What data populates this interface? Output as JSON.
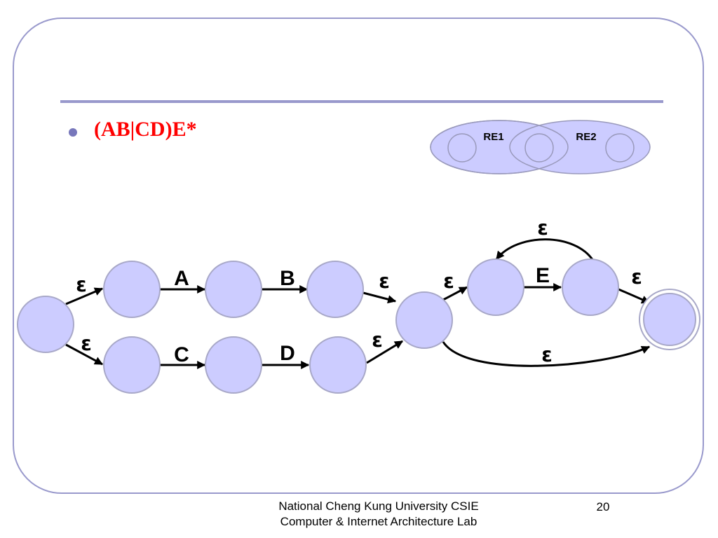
{
  "slide": {
    "title": "(AB|CD)E*",
    "footer_line1": "National Cheng Kung University CSIE",
    "footer_line2": "Computer & Internet Architecture Lab",
    "page_number": "20"
  },
  "legend": {
    "re1_label": "RE1",
    "re2_label": "RE2"
  },
  "diagram": {
    "edge_labels": {
      "start_top": "ε",
      "start_bottom": "ε",
      "a": "A",
      "b": "B",
      "c": "C",
      "d": "D",
      "top_to_join": "ε",
      "bottom_to_join": "ε",
      "join_to_loop": "ε",
      "loop_back": "ε",
      "e": "E",
      "loop_to_final": "ε",
      "skip": "ε"
    }
  },
  "colors": {
    "state_fill": "#ccccff",
    "state_stroke": "#a8a8c8",
    "frame": "#9999cc",
    "title": "#ff0000"
  }
}
